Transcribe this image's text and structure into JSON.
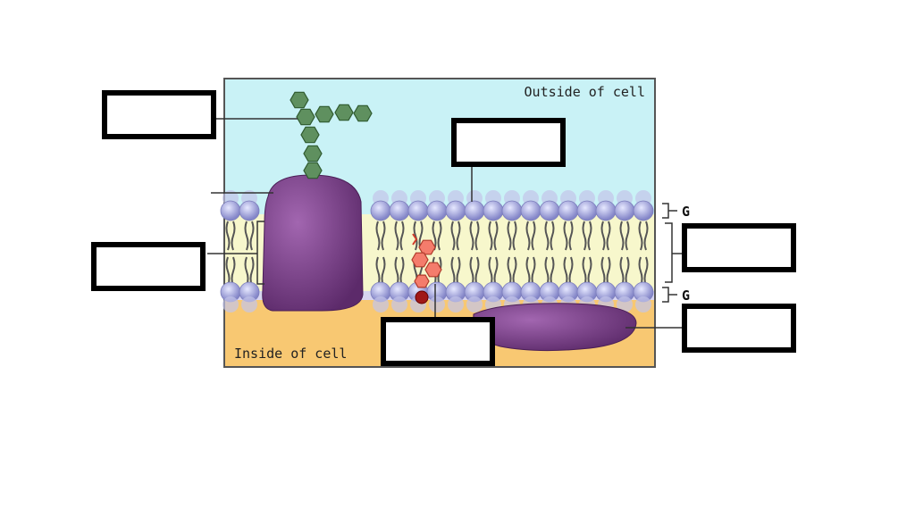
{
  "diagram": {
    "outside_label": "Outside of cell",
    "inside_label": "Inside of cell",
    "layer_marker_top": "G",
    "layer_marker_bottom": "G"
  },
  "blank_labels": [
    {
      "id": "carbohydrate-chain",
      "text": ""
    },
    {
      "id": "phospholipid-head",
      "text": ""
    },
    {
      "id": "hydrophobic-tails",
      "text": ""
    },
    {
      "id": "bilayer",
      "text": ""
    },
    {
      "id": "peripheral-protein",
      "text": ""
    },
    {
      "id": "cholesterol",
      "text": ""
    }
  ],
  "colors": {
    "outside": "#c6f0f4",
    "inside": "#f8c872",
    "lipid_core": "#f5f5c8",
    "head": "#a9abe0",
    "protein": "#7a3d88",
    "carbohydrate": "#5a8c5a",
    "cholesterol": "#f06a5a"
  }
}
